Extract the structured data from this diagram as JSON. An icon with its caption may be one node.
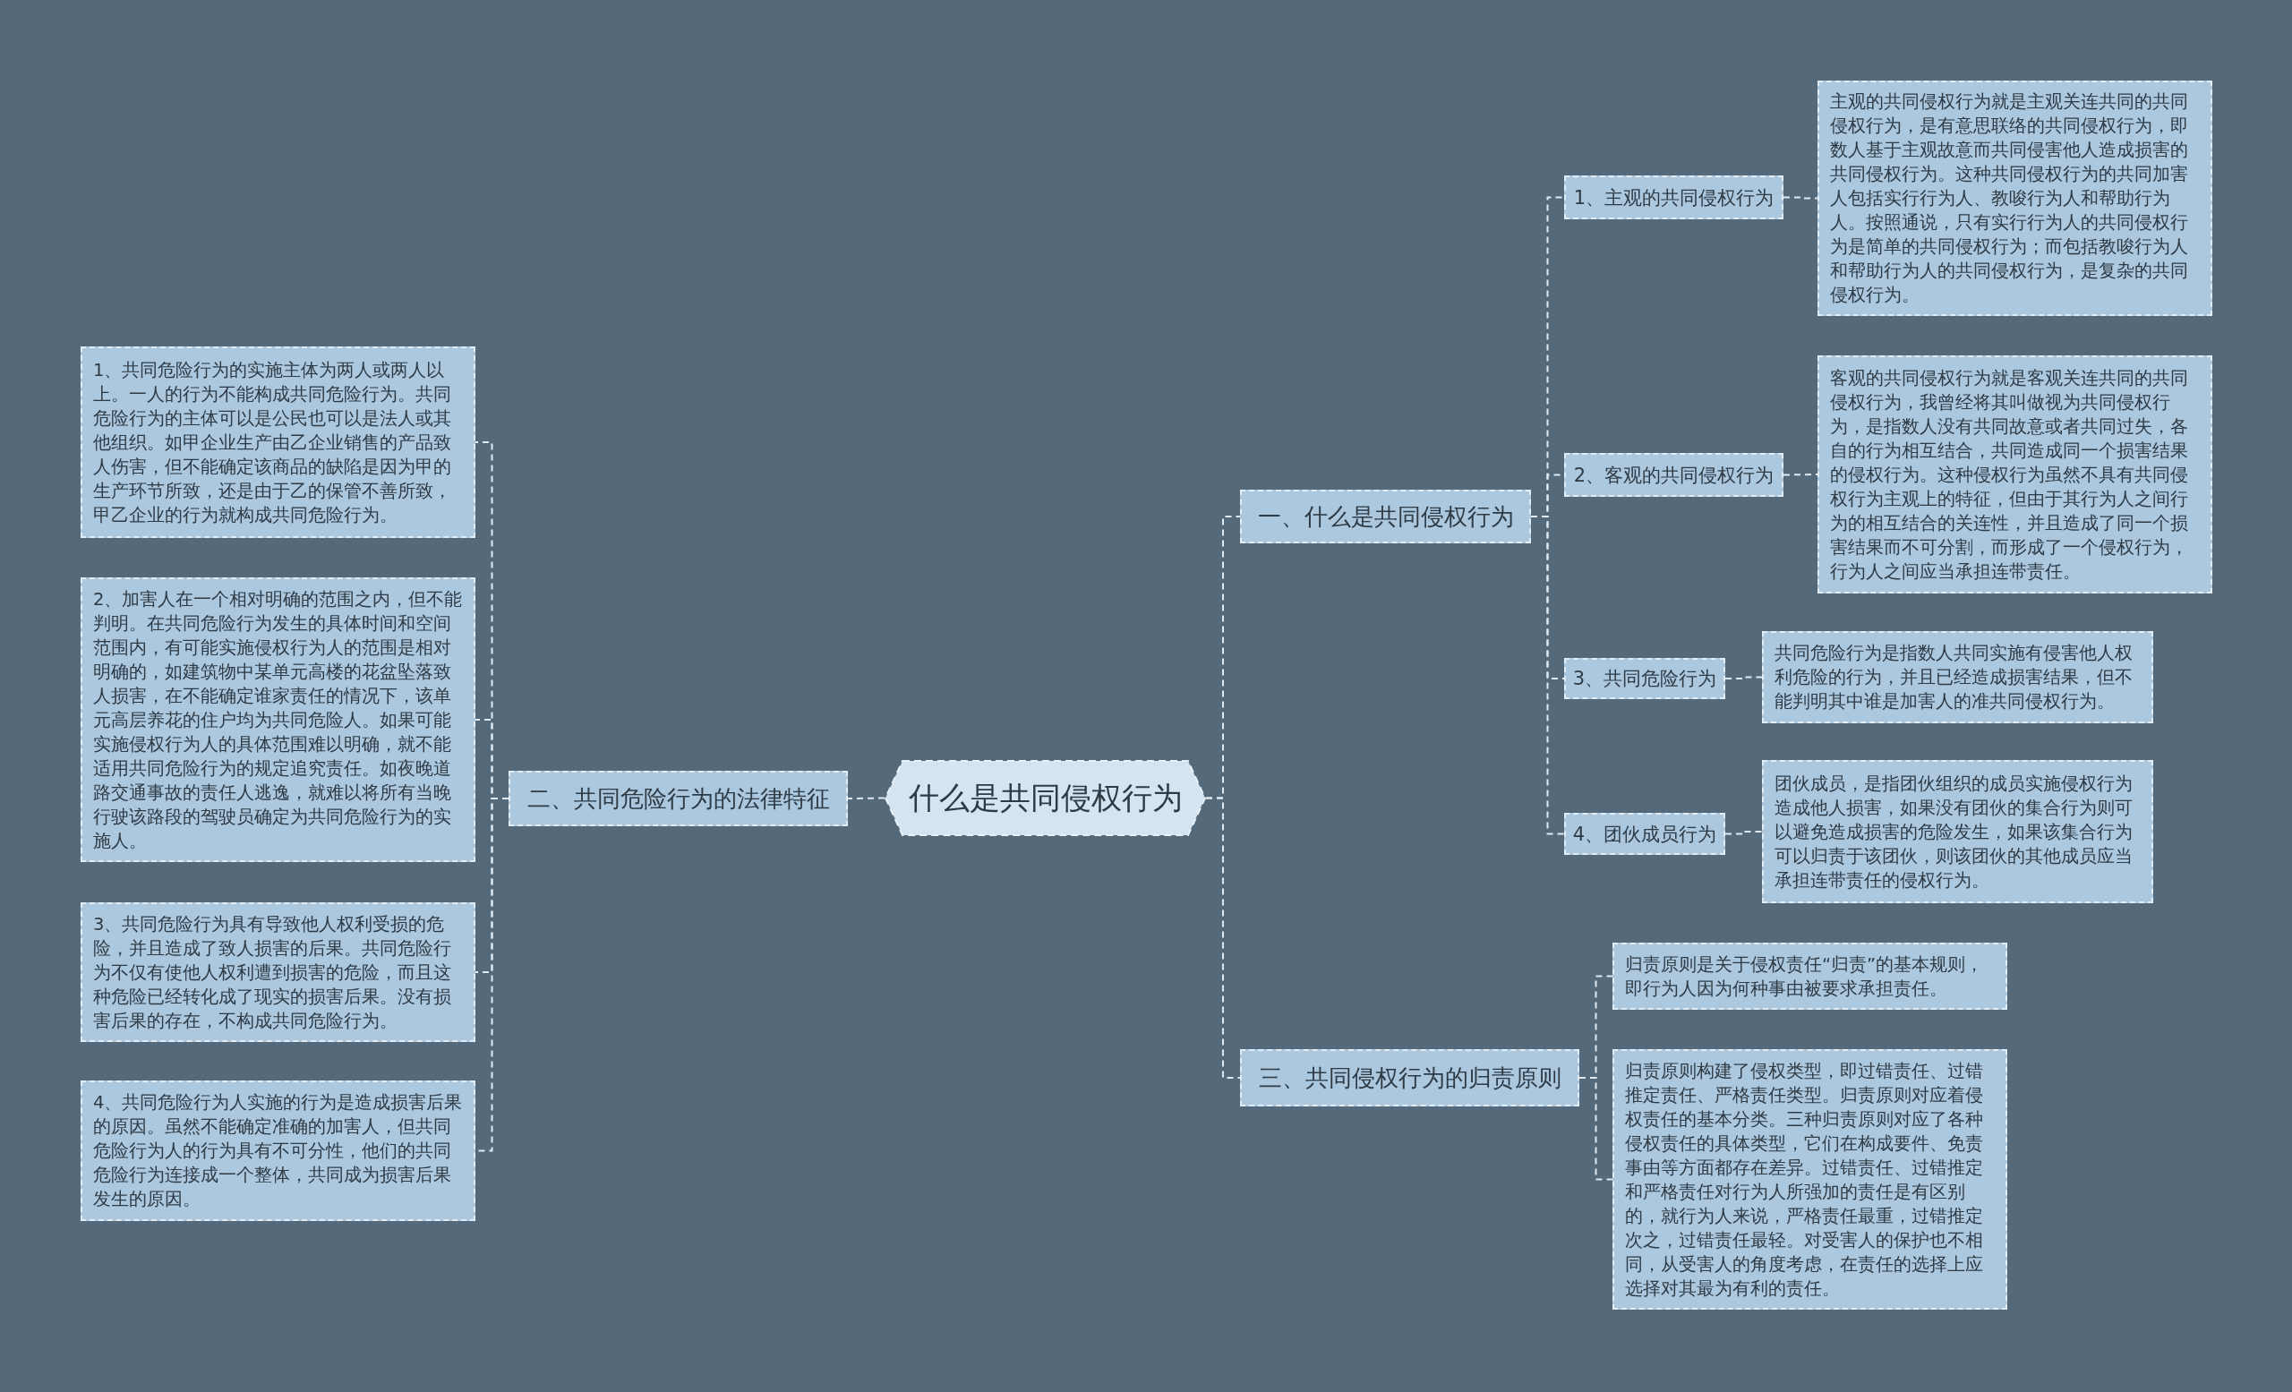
{
  "diagram": {
    "nodes": [
      {
        "text": [
          "什么是共同侵权行为"
        ]
      },
      {
        "text": [
          "一、什么是共同侵权行为"
        ]
      },
      {
        "text": [
          "1、主观的共同侵权行为"
        ]
      },
      {
        "text": [
          "主观的共同侵权行为就是主观关连共同的共同侵权行为，是有意思联络的共同侵权行为，即数人基于主观故意而共同侵害他人造成损害的共同侵权行为。这种共同侵权行为的共同加害人包括实行行为人、教唆行为人和帮助行为人。按照通说，只有实行行为人的共同侵权行为是简单的共同侵权行为；而包括教唆行为人和帮助行为人的共同侵权行为，是复杂的共同侵权行为。"
        ]
      },
      {
        "text": [
          "2、客观的共同侵权行为"
        ]
      },
      {
        "text": [
          "客观的共同侵权行为就是客观关连共同的共同侵权行为，我曾经将其叫做视为共同侵权行为，是指数人没有共同故意或者共同过失，各自的行为相互结合，共同造成同一个损害结果的侵权行为。这种侵权行为虽然不具有共同侵权行为主观上的特征，但由于其行为人之间行为的相互结合的关连性，并且造成了同一个损害结果而不可分割，而形成了一个侵权行为，行为人之间应当承担连带责任。"
        ]
      },
      {
        "text": [
          "3、共同危险行为"
        ]
      },
      {
        "text": [
          "共同危险行为是指数人共同实施有侵害他人权利危险的行为，并且已经造成损害结果，但不能判明其中谁是加害人的准共同侵权行为。"
        ]
      },
      {
        "text": [
          "4、团伙成员行为"
        ]
      },
      {
        "text": [
          "团伙成员，是指团伙组织的成员实施侵权行为造成他人损害，如果没有团伙的集合行为则可以避免造成损害的危险发生，如果该集合行为可以归责于该团伙，则该团伙的其他成员应当承担连带责任的侵权行为。"
        ]
      },
      {
        "text": [
          "二、共同危险行为的法律特征"
        ]
      },
      {
        "text": [
          "1、共同危险行为的实施主体为两人或两人以上。一人的行为不能构成共同危险行为。共同危险行为的主体可以是公民也可以是法人或其他组织。如甲企业生产由乙企业销售的产品致人伤害，但不能确定该商品的缺陷是因为甲的生产环节所致，还是由于乙的保管不善所致，甲乙企业的行为就构成共同危险行为。"
        ]
      },
      {
        "text": [
          "2、加害人在一个相对明确的范围之内，但不能判明。在共同危险行为发生的具体时间和空间范围内，有可能实施侵权行为人的范围是相对明确的，如建筑物中某单元高楼的花盆坠落致人损害，在不能确定谁家责任的情况下，该单元高层养花的住户均为共同危险人。如果可能实施侵权行为人的具体范围难以明确，就不能适用共同危险行为的规定追究责任。如夜晚道路交通事故的责任人逃逸，就难以将所有当晚行驶该路段的驾驶员确定为共同危险行为的实施人。"
        ]
      },
      {
        "text": [
          "3、共同危险行为具有导致他人权利受损的危险，并且造成了致人损害的后果。共同危险行为不仅有使他人权利遭到损害的危险，而且这种危险已经转化成了现实的损害后果。没有损害后果的存在，不构成共同危险行为。"
        ]
      },
      {
        "text": [
          "4、共同危险行为人实施的行为是造成损害后果的原因。虽然不能确定准确的加害人，但共同危险行为人的行为具有不可分性，他们的共同危险行为连接成一个整体，共同成为损害后果发生的原因。"
        ]
      },
      {
        "text": [
          "三、共同侵权行为的归责原则"
        ]
      },
      {
        "text": [
          "归责原则是关于侵权责任“归责”的基本规则，即行为人因为何种事由被要求承担责任。"
        ]
      },
      {
        "text": [
          "归责原则构建了侵权类型，即过错责任、过错推定责任、严格责任类型。归责原则对应着侵权责任的基本分类。三种归责原则对应了各种侵权责任的具体类型，它们在构成要件、免责事由等方面都存在差异。过错责任、过错推定和严格责任对行为人所强加的责任是有区别的，就行为人来说，严格责任最重，过错推定次之，过错责任最轻。对受害人的保护也不相同，从受害人的角度考虑，在责任的选择上应选择对其最为有利的责任。"
        ]
      }
    ],
    "edges": [
      {
        "from": 0,
        "to": 1,
        "arrow": "none"
      },
      {
        "from": 1,
        "to": 2,
        "arrow": "none"
      },
      {
        "from": 2,
        "to": 3,
        "arrow": "none"
      },
      {
        "from": 1,
        "to": 4,
        "arrow": "none"
      },
      {
        "from": 4,
        "to": 5,
        "arrow": "none"
      },
      {
        "from": 1,
        "to": 6,
        "arrow": "none"
      },
      {
        "from": 6,
        "to": 7,
        "arrow": "none"
      },
      {
        "from": 1,
        "to": 8,
        "arrow": "none"
      },
      {
        "from": 8,
        "to": 9,
        "arrow": "none"
      },
      {
        "from": 0,
        "to": 10,
        "arrow": "none"
      },
      {
        "from": 10,
        "to": 11,
        "arrow": "none"
      },
      {
        "from": 10,
        "to": 12,
        "arrow": "none"
      },
      {
        "from": 10,
        "to": 13,
        "arrow": "none"
      },
      {
        "from": 10,
        "to": 14,
        "arrow": "none"
      },
      {
        "from": 0,
        "to": 15,
        "arrow": "none"
      },
      {
        "from": 15,
        "to": 16,
        "arrow": "none"
      },
      {
        "from": 15,
        "to": 17,
        "arrow": "none"
      }
    ]
  }
}
